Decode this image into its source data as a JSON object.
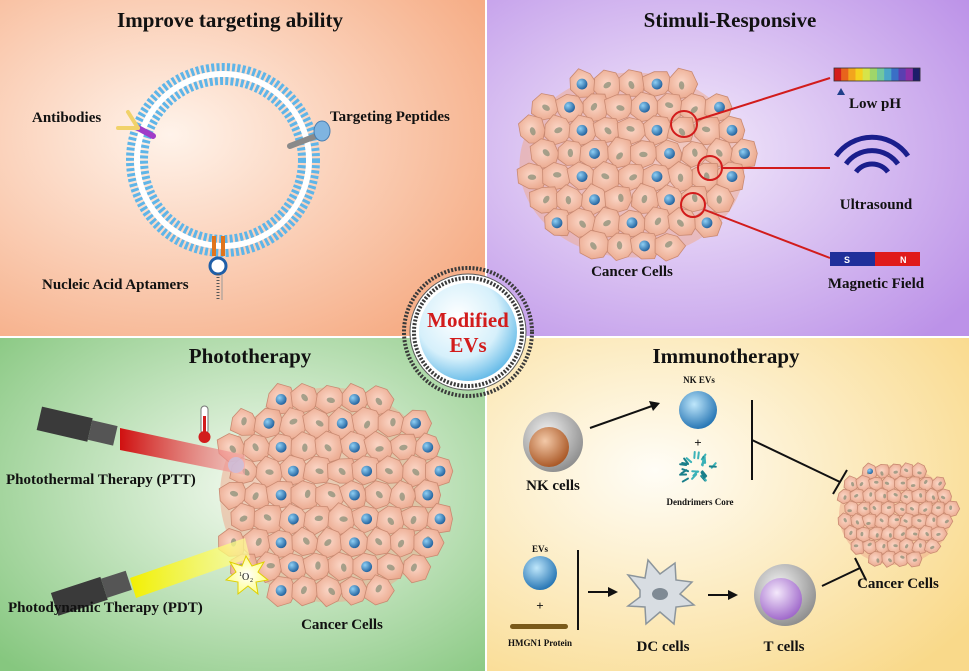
{
  "panels": {
    "targeting": {
      "title": "Improve targeting ability",
      "labels": {
        "antibodies": "Antibodies",
        "peptides": "Targeting Peptides",
        "aptamers": "Nucleic Acid Aptamers"
      }
    },
    "stimuli": {
      "title": "Stimuli-Responsive",
      "labels": {
        "low_ph": "Low pH",
        "ultrasound": "Ultrasound",
        "magnetic": "Magnetic Field",
        "cancer": "Cancer Cells",
        "magnet_s": "S",
        "magnet_n": "N"
      }
    },
    "phototherapy": {
      "title": "Phototherapy",
      "labels": {
        "ptt": "Photothermal Therapy (PTT)",
        "pdt": "Photodynamic Therapy (PDT)",
        "cancer": "Cancer Cells",
        "singlet_sup": "1",
        "singlet_o": "O",
        "singlet_sub": "2"
      }
    },
    "immuno": {
      "title": "Immunotherapy",
      "labels": {
        "nk_evs": "NK EVs",
        "plus1": "+",
        "dendrimers": "Dendrimers Core",
        "nk_cells": "NK cells",
        "evs": "EVs",
        "plus2": "+",
        "hmgn1": "HMGN1 Protein",
        "dc_cells": "DC cells",
        "t_cells": "T cells",
        "cancer": "Cancer Cells"
      }
    }
  },
  "center": {
    "line1": "Modified",
    "line2": "EVs"
  },
  "colors": {
    "panel_tl": "#f7b893",
    "panel_tr": "#c9a6ec",
    "panel_bl": "#9fd39a",
    "panel_br": "#fbe3a0",
    "accent_red": "#d21c1c",
    "cell_fill": "#f2b9a0",
    "nucleus": "#2e7fc0",
    "ultrasound": "#1a1e8c"
  },
  "ph_scale_colors": [
    "#d41d1d",
    "#e8641c",
    "#f2a51d",
    "#f5d11e",
    "#d6e44a",
    "#9fd66a",
    "#70c7a0",
    "#4aa6c8",
    "#3a6fc6",
    "#5a3fb0",
    "#8b2fa6",
    "#1d1d6a"
  ]
}
